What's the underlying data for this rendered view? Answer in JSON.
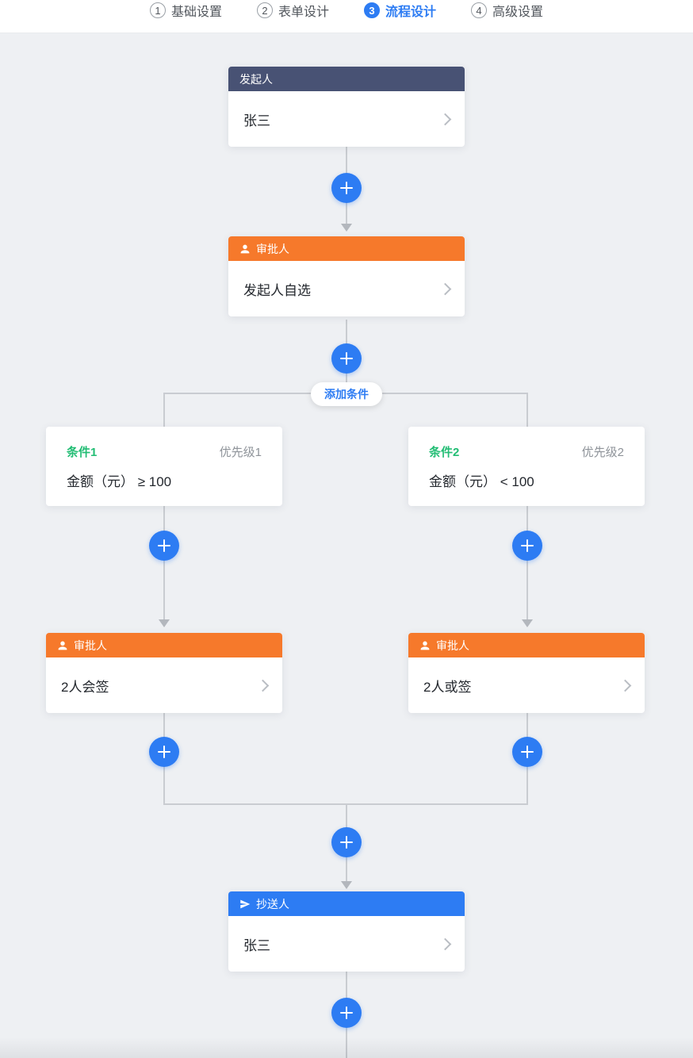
{
  "nav": {
    "steps": [
      {
        "num": "1",
        "label": "基础设置"
      },
      {
        "num": "2",
        "label": "表单设计"
      },
      {
        "num": "3",
        "label": "流程设计"
      },
      {
        "num": "4",
        "label": "高级设置"
      }
    ]
  },
  "flow": {
    "initiator": {
      "header": "发起人",
      "value": "张三"
    },
    "first_approver": {
      "header": "审批人",
      "value": "发起人自选"
    },
    "add_condition_label": "添加条件",
    "branches": [
      {
        "condition": {
          "title": "条件1",
          "priority": "优先级1",
          "expression": "金额（元） ≥ 100"
        },
        "approver": {
          "header": "审批人",
          "value": "2人会签"
        }
      },
      {
        "condition": {
          "title": "条件2",
          "priority": "优先级2",
          "expression": "金额（元） < 100"
        },
        "approver": {
          "header": "审批人",
          "value": "2人或签"
        }
      }
    ],
    "cc": {
      "header": "抄送人",
      "value": "张三"
    }
  },
  "colors": {
    "accent_blue": "#2d7cf3",
    "approver_orange": "#f6792b",
    "initiator_navy": "#485274",
    "condition_green": "#22bd74",
    "canvas_gray": "#eef0f3",
    "line_gray": "#c9ccd1"
  }
}
